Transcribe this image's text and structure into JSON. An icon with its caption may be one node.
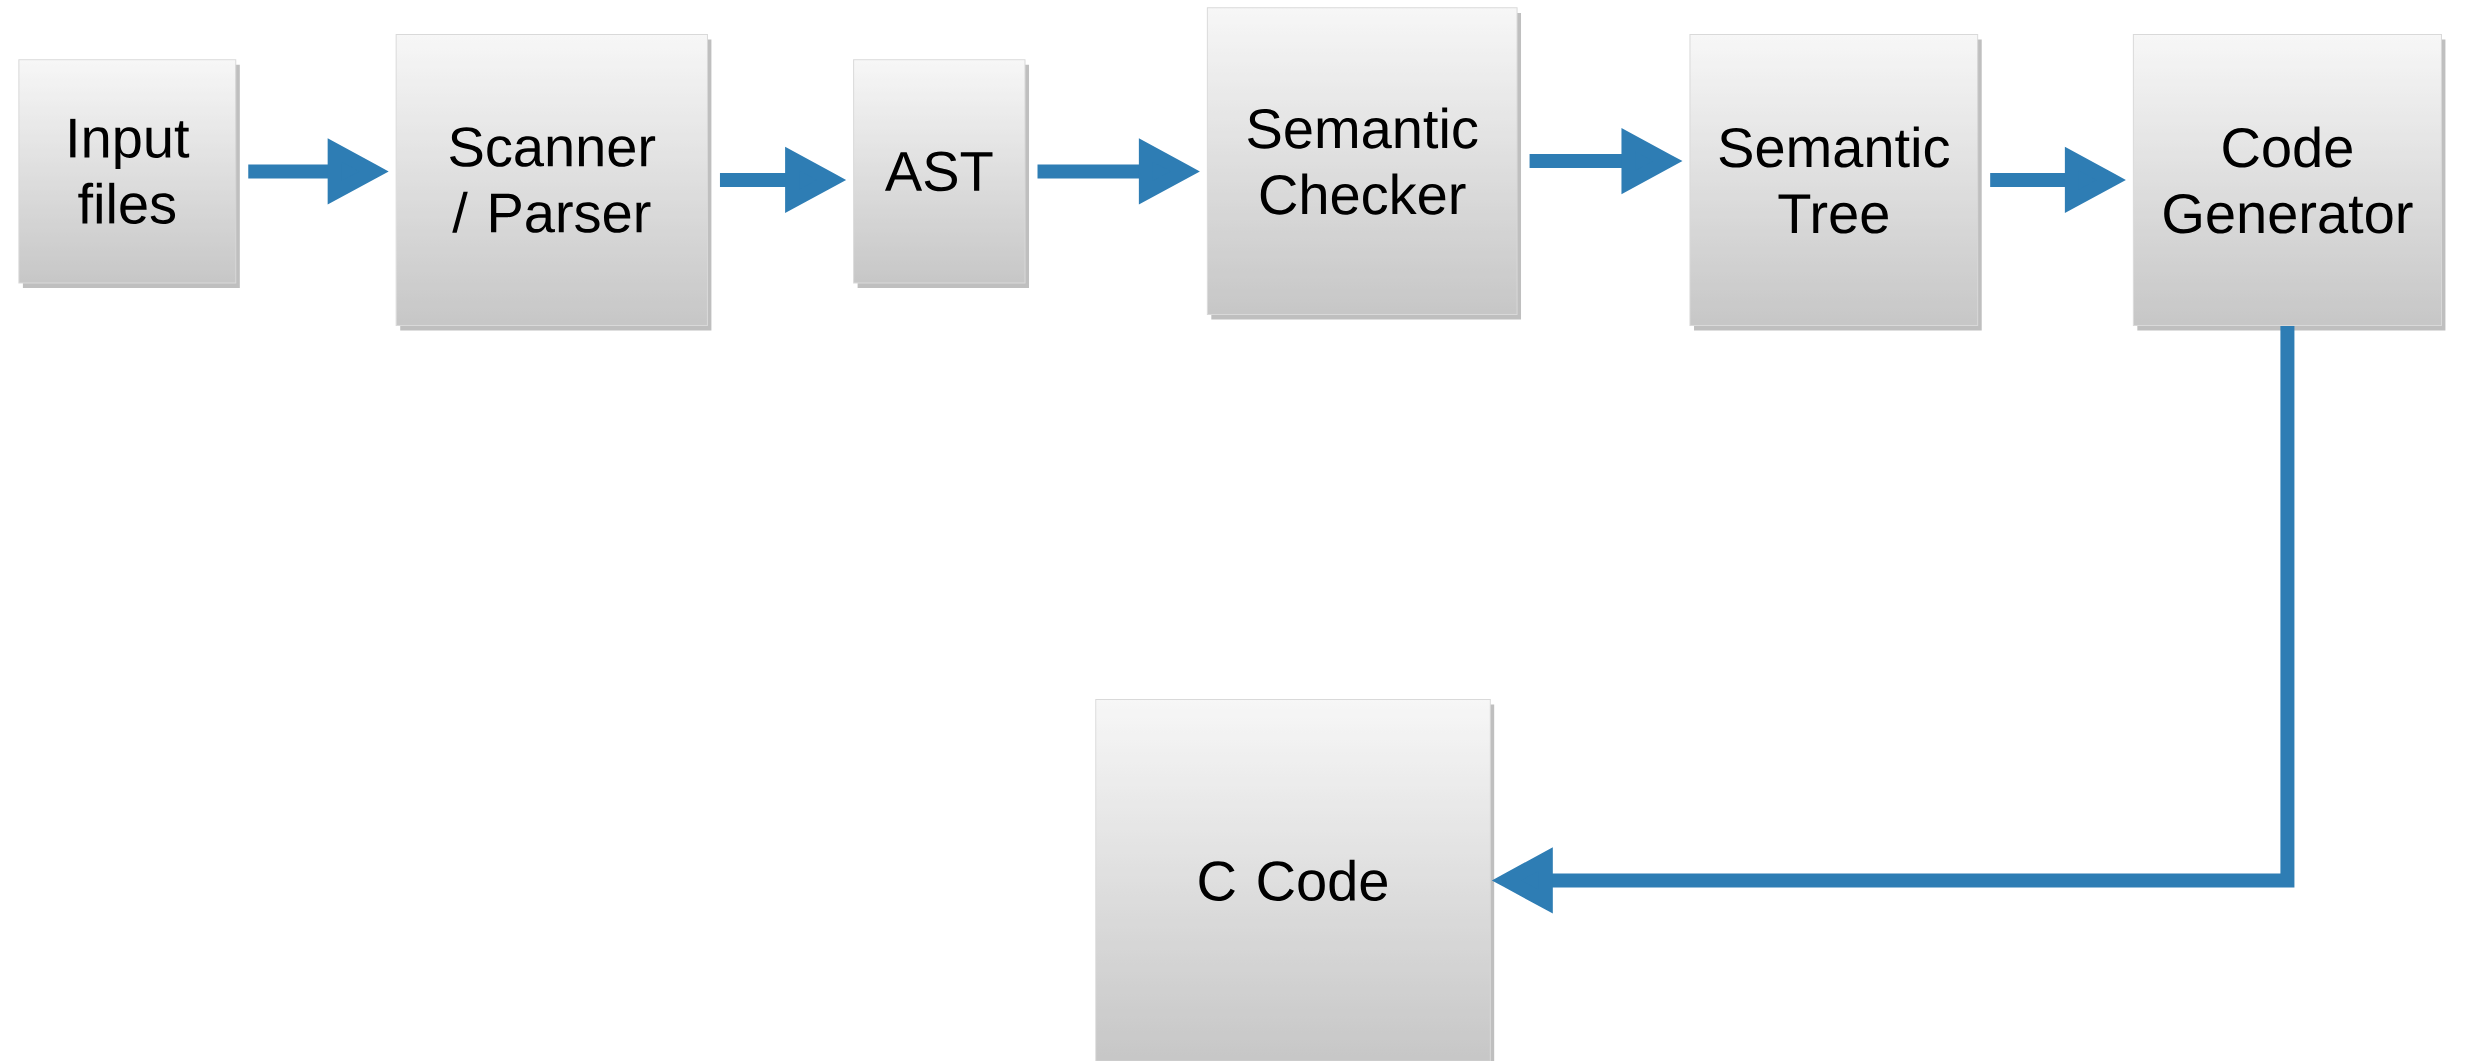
{
  "diagram": {
    "nodes": [
      {
        "text": [
          "Input files"
        ]
      },
      {
        "text": [
          "Scanner / Parser"
        ]
      },
      {
        "text": [
          "AST"
        ]
      },
      {
        "text": [
          "Semantic Checker"
        ]
      },
      {
        "text": [
          "Semantic Tree"
        ]
      },
      {
        "text": [
          "Code Generator"
        ]
      },
      {
        "text": [
          "C Code"
        ]
      }
    ],
    "edges": [
      {
        "from": 0,
        "to": 1,
        "arrow": "to"
      },
      {
        "from": 1,
        "to": 2,
        "arrow": "to"
      },
      {
        "from": 2,
        "to": 3,
        "arrow": "to"
      },
      {
        "from": 3,
        "to": 4,
        "arrow": "to"
      },
      {
        "from": 4,
        "to": 5,
        "arrow": "to"
      },
      {
        "from": 5,
        "to": 6,
        "arrow": "to"
      }
    ]
  }
}
